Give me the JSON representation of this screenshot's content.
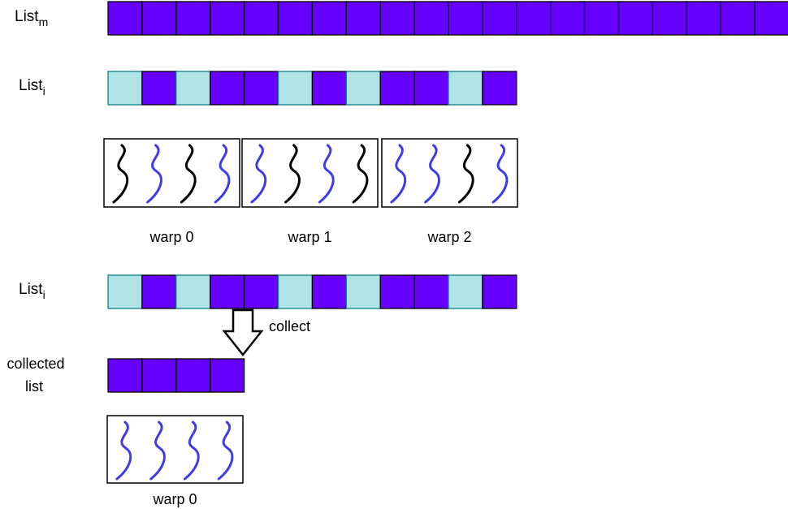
{
  "colors": {
    "active": "#6600ff",
    "inactive": "#b0e3e6",
    "inactive_stroke": "#0e8088",
    "cell_stroke": "#000000",
    "thread_active": "#3d3de8",
    "thread_idle": "#000000"
  },
  "labels": {
    "list_m_base": "List",
    "list_m_sub": "m",
    "list_i_base": "List",
    "list_i_sub": "i",
    "collect": "collect",
    "collected_line1": "collected",
    "collected_line2": "list"
  },
  "list_m": {
    "cells": [
      "active",
      "active",
      "active",
      "active",
      "active",
      "active",
      "active",
      "active",
      "active",
      "active",
      "active",
      "active",
      "active",
      "active",
      "active",
      "active",
      "active",
      "active",
      "active",
      "active"
    ]
  },
  "list_i": {
    "cells": [
      "inactive",
      "active",
      "inactive",
      "active",
      "active",
      "inactive",
      "active",
      "inactive",
      "active",
      "active",
      "inactive",
      "active"
    ]
  },
  "warps_top": [
    {
      "label": "warp 0",
      "threads": [
        "idle",
        "active",
        "idle",
        "active"
      ]
    },
    {
      "label": "warp 1",
      "threads": [
        "active",
        "idle",
        "active",
        "idle"
      ]
    },
    {
      "label": "warp 2",
      "threads": [
        "active",
        "active",
        "idle",
        "active"
      ]
    }
  ],
  "list_i_second": {
    "cells": [
      "inactive",
      "active",
      "inactive",
      "active",
      "active",
      "inactive",
      "active",
      "inactive",
      "active",
      "active",
      "inactive",
      "active"
    ]
  },
  "collected_list": {
    "cells": [
      "active",
      "active",
      "active",
      "active"
    ]
  },
  "warp_bottom": {
    "label": "warp 0",
    "threads": [
      "active",
      "active",
      "active",
      "active"
    ]
  }
}
